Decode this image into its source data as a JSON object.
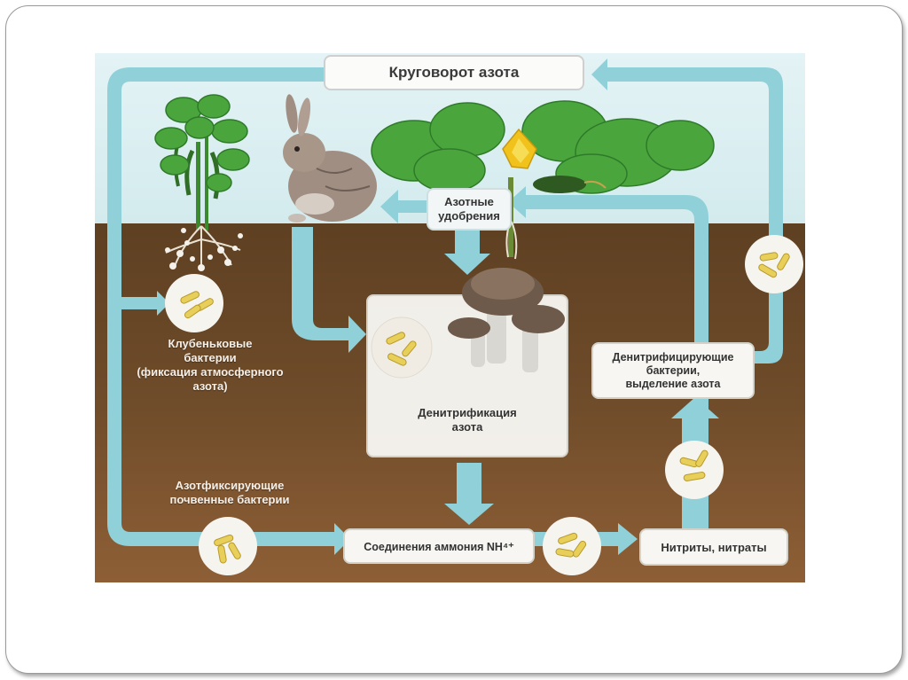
{
  "title": "Круговорот азота",
  "labels": {
    "fertilizers": [
      "Азотные",
      "удобрения"
    ],
    "nodule_bacteria": [
      "Клубеньковые",
      "бактерии",
      "(фиксация атмосферного",
      "азота)"
    ],
    "soil_bacteria": [
      "Азотфиксирующие",
      "почвенные бактерии"
    ],
    "denitrification": [
      "Денитрификация",
      "азота"
    ],
    "denitrifying_bacteria": [
      "Денитрифицирующие",
      "бактерии,",
      "выделение азота"
    ],
    "ammonium": "Соединения аммония NH⁴⁺",
    "nitrites": "Нитриты, нитраты"
  },
  "colors": {
    "sky": "#dbeef1",
    "soil_top": "#6b4a26",
    "soil_bottom": "#8a5c34",
    "arrow": "#8fd0d9",
    "bacteria": "#e8cf5a",
    "leaf": "#4aa63c",
    "leaf_dark": "#2f7a2a"
  }
}
